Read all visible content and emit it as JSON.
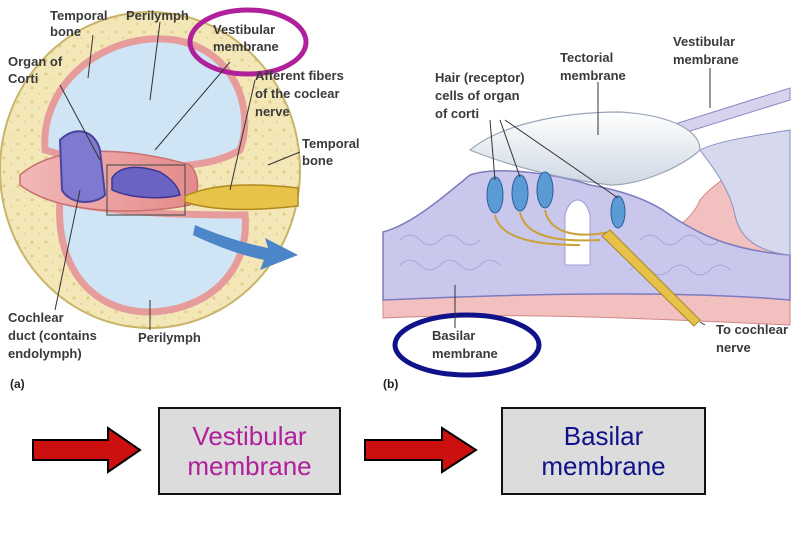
{
  "colors": {
    "vestibular_highlight": "#b0209a",
    "basilar_highlight": "#10128a",
    "arrow_fill": "#cc1010",
    "box_fill": "#dcdcdc"
  },
  "panel_a": {
    "panel_label": "(a)",
    "labels": {
      "temporal_bone_top": [
        "Temporal",
        "bone"
      ],
      "perilymph_top": "Perilymph",
      "vestibular_membrane": [
        "Vestibular",
        "membrane"
      ],
      "organ_of_corti": [
        "Organ of",
        "Corti"
      ],
      "afferent_fibers": [
        "Afferent fibers",
        "of the coclear",
        "nerve"
      ],
      "temporal_bone_right": [
        "Temporal",
        "bone"
      ],
      "cochlear_duct": [
        "Cochlear",
        "duct (contains",
        "endolymph)"
      ],
      "perilymph_bottom": "Perilymph"
    }
  },
  "panel_b": {
    "panel_label": "(b)",
    "labels": {
      "hair_cells": [
        "Hair (receptor)",
        "cells of organ",
        "of corti"
      ],
      "tectorial_membrane": [
        "Tectorial",
        "membrane"
      ],
      "vestibular_membrane": [
        "Vestibular",
        "membrane"
      ],
      "basilar_membrane": [
        "Basilar",
        "membrane"
      ],
      "to_cochlear_nerve": [
        "To cochlear",
        "nerve"
      ]
    }
  },
  "answer_boxes": {
    "vestibular": {
      "line1": "Vestibular",
      "line2": "membrane",
      "text_color": "#b0209a"
    },
    "basilar": {
      "line1": "Basilar",
      "line2": "membrane",
      "text_color": "#10128a"
    }
  }
}
